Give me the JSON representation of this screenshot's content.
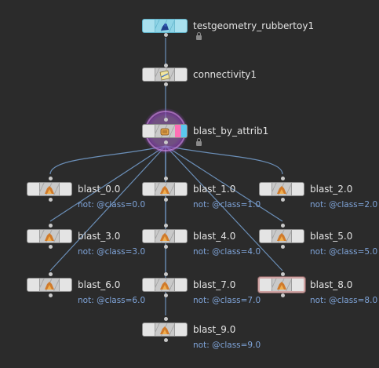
{
  "nodes": {
    "testgeometry": {
      "label": "testgeometry_rubbertoy1",
      "icon": "rubber-toy-icon"
    },
    "connectivity": {
      "label": "connectivity1",
      "icon": "connectivity-icon"
    },
    "blast_by_attrib": {
      "label": "blast_by_attrib1",
      "icon": "blast-attrib-icon"
    },
    "blast_0": {
      "label": "blast_0.0",
      "comment": "not: @class=0.0"
    },
    "blast_1": {
      "label": "blast_1.0",
      "comment": "not: @class=1.0"
    },
    "blast_2": {
      "label": "blast_2.0",
      "comment": "not: @class=2.0"
    },
    "blast_3": {
      "label": "blast_3.0",
      "comment": "not: @class=3.0"
    },
    "blast_4": {
      "label": "blast_4.0",
      "comment": "not: @class=4.0"
    },
    "blast_5": {
      "label": "blast_5.0",
      "comment": "not: @class=5.0"
    },
    "blast_6": {
      "label": "blast_6.0",
      "comment": "not: @class=6.0"
    },
    "blast_7": {
      "label": "blast_7.0",
      "comment": "not: @class=7.0"
    },
    "blast_8": {
      "label": "blast_8.0",
      "comment": "not: @class=8.0",
      "selected": true
    },
    "blast_9": {
      "label": "blast_9.0",
      "comment": "not: @class=9.0"
    }
  },
  "colors": {
    "background": "#2b2b2b",
    "wire": "#6b8fb8",
    "comment_text": "#7fa4d9",
    "selected_outline": "#cfa3a3"
  }
}
